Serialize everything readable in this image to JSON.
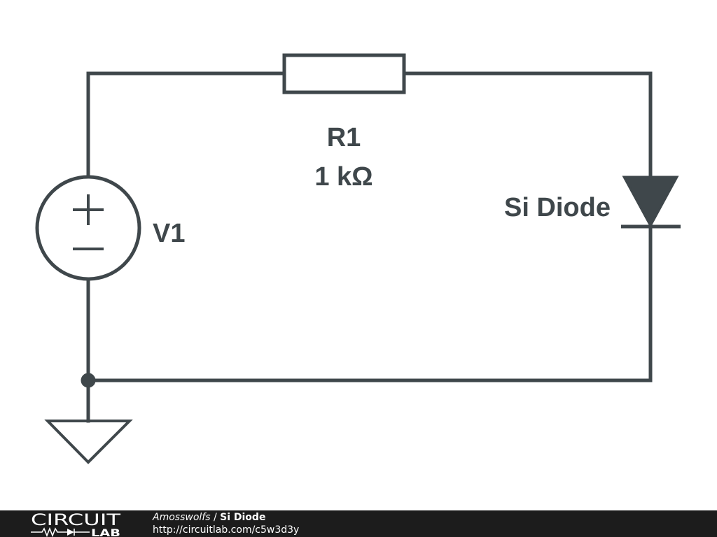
{
  "schematic": {
    "resistor": {
      "name": "R1",
      "value": "1 kΩ"
    },
    "diode": {
      "name": "Si Diode"
    },
    "source": {
      "name": "V1",
      "plus": "+",
      "minus": "−"
    }
  },
  "footer": {
    "logo_top": "CIRCUIT",
    "logo_bottom": "LAB",
    "author": "Amosswolfs",
    "separator": " / ",
    "title": "Si Diode",
    "url": "http://circuitlab.com/c5w3d3y"
  },
  "colors": {
    "ink": "#3f474b",
    "footer_bg": "#1c1c1c",
    "footer_text": "#ffffff"
  }
}
